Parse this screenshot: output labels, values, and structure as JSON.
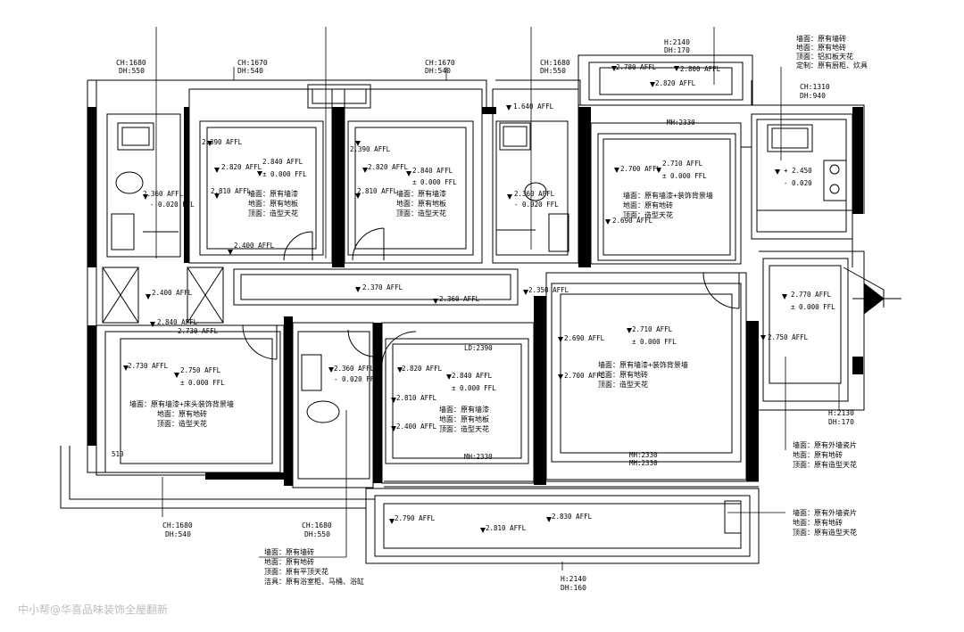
{
  "watermark": "中小帮@华喜品味装饰全屋翻新",
  "ceiling_tags": {
    "bath_left": {
      "ch": "CH:1680",
      "dh": "DH:550"
    },
    "bed_a": {
      "ch": "CH:1670",
      "dh": "DH:540"
    },
    "bed_b": {
      "ch": "CH:1670",
      "dh": "DH:540"
    },
    "bath_right": {
      "ch": "CH:1680",
      "dh": "DH:550"
    },
    "balcony_top": {
      "h": "H:2140",
      "dh": "DH:170"
    },
    "kitchen": {
      "ch": "CH:1310",
      "dh": "DH:940"
    },
    "bottom_left": {
      "ch": "CH:1680",
      "dh": "DH:540"
    },
    "bath_mid": {
      "ch": "CH:1680",
      "dh": "DH:550"
    },
    "balcony_bottom": {
      "h": "H:2140",
      "dh": "DH:160"
    },
    "right_room": {
      "h": "H:2130",
      "dh": "DH:170"
    }
  },
  "notes": {
    "kitchen": [
      "墙面：原有墙砖",
      "地面：原有地砖",
      "顶面：铝扣板天花",
      "定制：原有厨柜、炊具"
    ],
    "bed_a": [
      "墙面：原有墙漆",
      "地面：原有地板",
      "顶面：造型天花"
    ],
    "bed_b": [
      "墙面：原有墙漆",
      "地面：原有地板",
      "顶面：造型天花"
    ],
    "dining": [
      "墙面：原有墙漆+装饰背景墙",
      "地面：原有地砖",
      "顶面：造型天花"
    ],
    "master": [
      "墙面：原有墙漆+床头装饰背景墙",
      "地面：原有地砖",
      "顶面：造型天花"
    ],
    "bed_c": [
      "墙面：原有墙漆",
      "地面：原有地板",
      "顶面：造型天花"
    ],
    "living": [
      "墙面：原有墙漆+装饰背景墙",
      "地面：原有地砖",
      "顶面：造型天花"
    ],
    "right_room": [
      "墙面：原有外墙瓷片",
      "地面：原有地砖",
      "顶面：原有造型天花"
    ],
    "balcony": [
      "墙面：原有外墙瓷片",
      "地面：原有地砖",
      "顶面：原有造型天花"
    ],
    "bath_mid": [
      "墙面：原有墙砖",
      "地面：原有地砖",
      "顶面：原有平顶天花",
      "洁具：原有浴室柜、马桶、浴缸"
    ]
  },
  "levels": {
    "bal_top_1": "2.780 AFFL",
    "bal_top_2": "2.800 AFFL",
    "bal_top_3": "2.820 AFFL",
    "mh_top": "MH:2330",
    "bath_r_1": "1.640 AFFL",
    "bed_a_1": "2.390 AFFL",
    "bed_a_2": "2.820 AFFL",
    "bed_a_3": "2.840 AFFL",
    "bed_a_4": "± 0.000 FFL",
    "bed_a_5": "2.810 AFFL",
    "bed_a_6": "2.400 AFFL",
    "bed_b_1": "2.390 AFFL",
    "bed_b_2": "2.820 AFFL",
    "bed_b_3": "2.840 AFFL",
    "bed_b_4": "± 0.000 FFL",
    "bed_b_5": "2.810 AFFL",
    "bath_l_1": "2.360 AFFL",
    "bath_l_2": "- 0.020 FFL",
    "bath_r_2": "2.360 AFFL",
    "bath_r_3": "- 0.020 FFL",
    "din_1": "2.700 AFFL",
    "din_2": "2.710 AFFL",
    "din_3": "± 0.000 FFL",
    "din_4": "2.690 AFFL",
    "kit_1": "+ 2.450",
    "kit_2": "- 0.020",
    "hall_1": "2.400 AFFL",
    "hall_2": "2.370 AFFL",
    "hall_3": "2.360 AFFL",
    "hall_4": "2.350 AFFL",
    "rr_1": "2.770 AFFL",
    "rr_2": "± 0.000 FFL",
    "rr_3": "2.750 AFFL",
    "ms_1": "2.840 AFFL",
    "ms_2": "2.730 AFFL",
    "ms_3": "2.730 AFFL",
    "ms_4": "2.750 AFFL",
    "ms_5": "± 0.000 FFL",
    "bm_1": "2.360 AFFL",
    "bm_2": "- 0.020 FFL",
    "ld": "LD:2390",
    "bc_1": "2.820 AFFL",
    "bc_2": "2.840 AFFL",
    "bc_3": "± 0.000 FFL",
    "bc_4": "2.810 AFFL",
    "bc_5": "2.400 AFFL",
    "lv_1": "2.690 AFFL",
    "lv_2": "2.710 AFFL",
    "lv_3": "± 0.000 FFL",
    "lv_4": "2.700 AFFL",
    "mh_1": "MH:2330",
    "mh_2": "MH:2330",
    "mh_3": "MH:2330",
    "dim_510": "510",
    "bb_1": "2.790 AFFL",
    "bb_2": "2.830 AFFL",
    "bb_3": "2.810 AFFL"
  }
}
